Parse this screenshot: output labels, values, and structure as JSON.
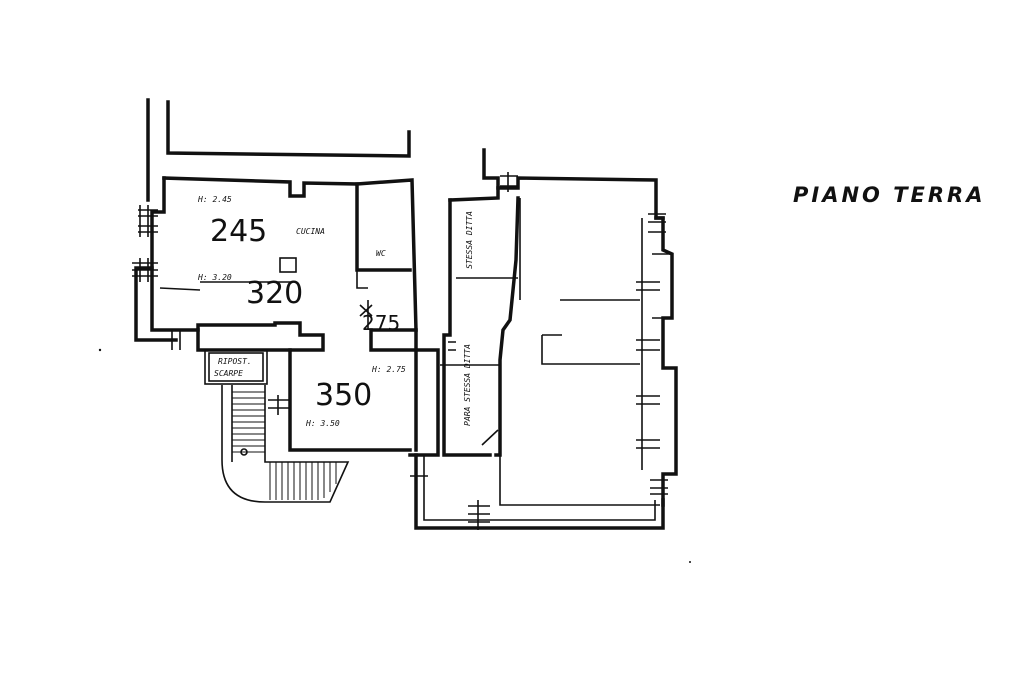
{
  "title": "PIANO TERRA",
  "rooms": {
    "room_a": {
      "height_note": "H: 2.45",
      "number": "245"
    },
    "cucina": {
      "label": "CUCINA"
    },
    "wc": {
      "label": "WC"
    },
    "room_b": {
      "height_note": "H: 3.20",
      "number": "320"
    },
    "passage": {
      "number": "275",
      "height_note": "H: 2.75"
    },
    "room_c": {
      "number": "350",
      "height_note": "H: 3.50"
    },
    "ripostiglio": {
      "label_1": "RIPOST.",
      "label_2": "SCARPE"
    }
  },
  "vertical_labels": {
    "upper": "STESSA DITTA",
    "lower": "PARA STESSA DITTA"
  }
}
